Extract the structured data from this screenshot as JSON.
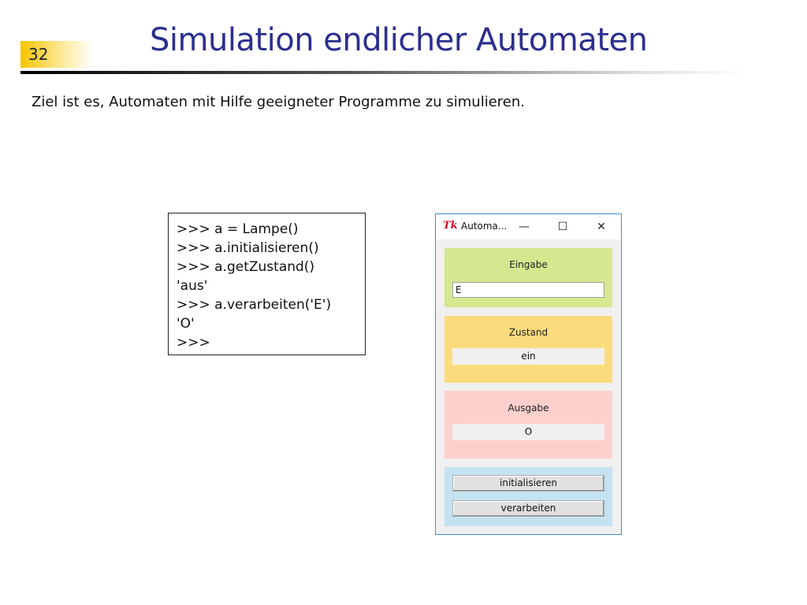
{
  "slide": {
    "number": "32",
    "title": "Simulation endlicher Automaten",
    "intro": "Ziel ist es, Automaten mit Hilfe geeigneter Programme zu simulieren."
  },
  "code": {
    "lines": [
      ">>> a = Lampe()",
      ">>> a.initialisieren()",
      ">>> a.getZustand()",
      "'aus'",
      ">>> a.verarbeiten('E')",
      "'O'",
      ">>>"
    ]
  },
  "window": {
    "title": "Automa...",
    "logo": "Tk",
    "controls": {
      "minimize": "—",
      "maximize": "☐",
      "close": "✕"
    },
    "eingabe": {
      "heading": "Eingabe",
      "value": "E",
      "color": "#d5e88f"
    },
    "zustand": {
      "heading": "Zustand",
      "value": "ein",
      "color": "#fbdc7c"
    },
    "ausgabe": {
      "heading": "Ausgabe",
      "value": "O",
      "color": "#fdd0cc"
    },
    "buttons": {
      "initialisieren": "initialisieren",
      "verarbeiten": "verarbeiten",
      "color": "#c5e2f1"
    }
  },
  "colors": {
    "title": "#2b2f8f",
    "slide_number_bg": "#f5c400",
    "window_border": "#3c8fd6"
  }
}
